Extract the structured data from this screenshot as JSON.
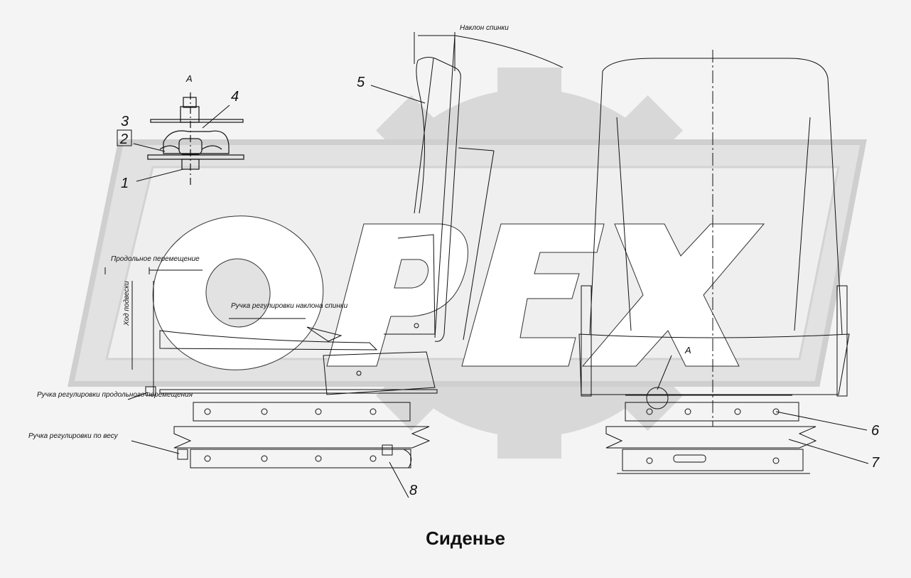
{
  "caption": "Сиденье",
  "watermark": {
    "text": "OPEX",
    "color": "#d6d6d6"
  },
  "labels": {
    "detail_view": "А",
    "view_mark": "А",
    "backrest_tilt": "Наклон спинки",
    "longitudinal_travel": "Продольное перемещение",
    "suspension_travel": "Ход подвески",
    "backrest_tilt_handle": "Ручка регулировки наклона спинки",
    "longitudinal_handle": "Ручка регулировки продольного перемещения",
    "weight_handle": "Ручка регулировки по весу"
  },
  "callouts": [
    "1",
    "2",
    "3",
    "4",
    "5",
    "6",
    "7",
    "8"
  ],
  "colors": {
    "line": "#111111",
    "background": "#f4f4f4"
  }
}
